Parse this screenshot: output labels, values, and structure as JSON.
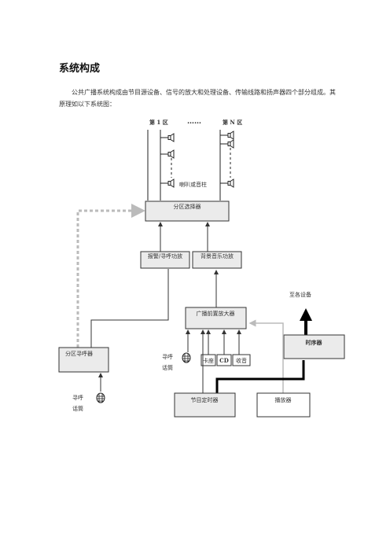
{
  "section": {
    "title": "系统构成",
    "paragraph": "公共广播系统构成由节目源设备、信号的放大和处理设备、传输线路和扬声器四个部分组成。其原理如以下系统图："
  },
  "diagram": {
    "zone_1_label": "第 1 区",
    "zone_n_label": "第 N 区",
    "zone_dots": "……",
    "speaker_label": "喇叭或音柱",
    "zone_selector": "分区选择器",
    "alarm_amp": "报警/寻呼功放",
    "bgm_amp": "背景音乐功放",
    "to_devices": "至各设备",
    "preamp": "广播前置放大器",
    "sequencer": "时序器",
    "zone_pager": "分区寻呼器",
    "mic_center_line1": "寻呼",
    "mic_center_line2": "话筒",
    "mic_left_line1": "寻呼",
    "mic_left_line2": "话筒",
    "tape": "卡座",
    "cd": "CD",
    "radio": "收音",
    "timer": "节目定时器",
    "player": "播放器"
  }
}
